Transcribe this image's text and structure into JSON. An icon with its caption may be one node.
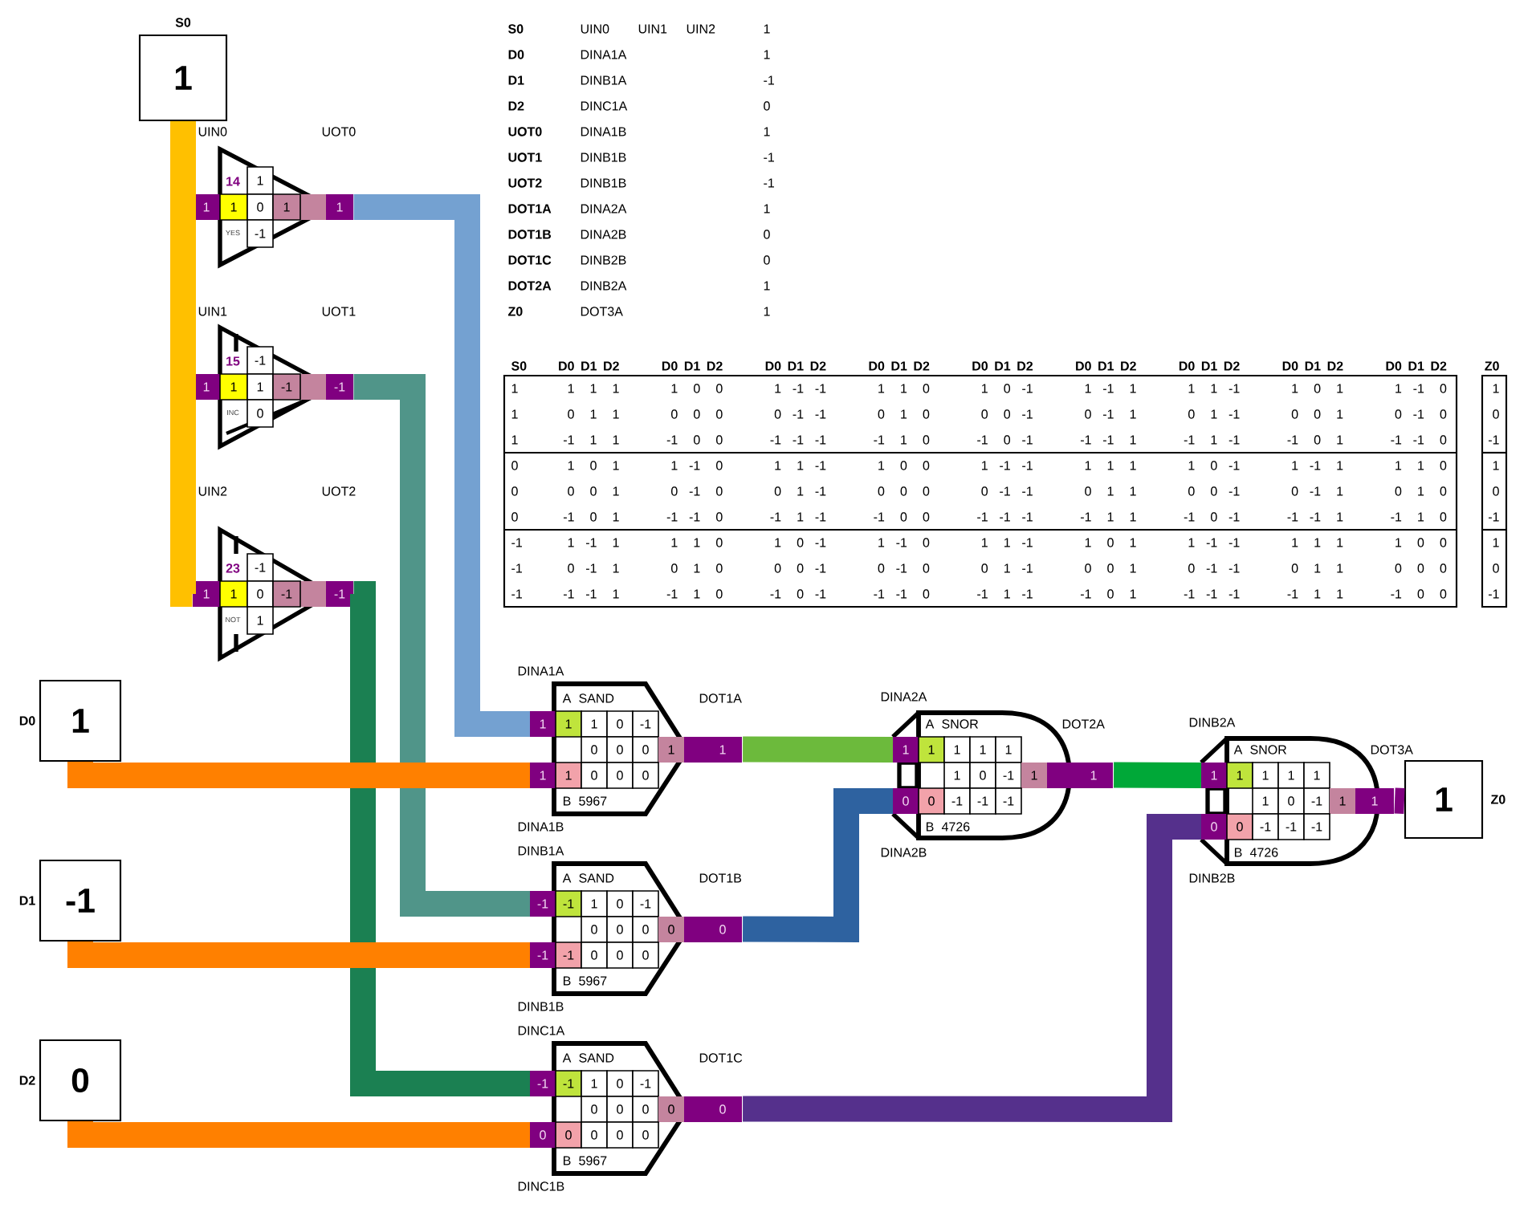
{
  "diagram": {
    "nodes": [
      {
        "text": [
          "1"
        ],
        "beside": [
          "S0"
        ]
      },
      {
        "text": [
          "14",
          "1",
          "1",
          "1",
          "0",
          "1",
          "1",
          "YES",
          "-1"
        ],
        "beside": [
          "UIN0",
          "UOT0"
        ]
      },
      {
        "text": [
          "15",
          "-1",
          "1",
          "1",
          "1",
          "-1",
          "-1",
          "INC",
          "0"
        ],
        "beside": [
          "UIN1",
          "UOT1"
        ]
      },
      {
        "text": [
          "23",
          "-1",
          "1",
          "1",
          "0",
          "-1",
          "-1",
          "NOT",
          "1"
        ],
        "beside": [
          "UIN2",
          "UOT2"
        ]
      },
      {
        "text": [
          "1"
        ],
        "beside": [
          "D0"
        ]
      },
      {
        "text": [
          "-1"
        ],
        "beside": [
          "D1"
        ]
      },
      {
        "text": [
          "0"
        ],
        "beside": [
          "D2"
        ]
      },
      {
        "text": [
          "A",
          "SAND",
          "1",
          "1",
          "1",
          "0",
          "-1",
          "0",
          "0",
          "0",
          "1",
          "1",
          "1",
          "1",
          "0",
          "0",
          "0",
          "B",
          "5967"
        ],
        "beside": [
          "DINA1A",
          "DINA1B",
          "DOT1A"
        ]
      },
      {
        "text": [
          "A",
          "SAND",
          "-1",
          "-1",
          "1",
          "0",
          "-1",
          "0",
          "0",
          "0",
          "0",
          "0",
          "-1",
          "-1",
          "0",
          "0",
          "0",
          "B",
          "5967"
        ],
        "beside": [
          "DINB1A",
          "DINB1B",
          "DOT1B"
        ]
      },
      {
        "text": [
          "A",
          "SAND",
          "-1",
          "-1",
          "1",
          "0",
          "-1",
          "0",
          "0",
          "0",
          "0",
          "0",
          "0",
          "0",
          "0",
          "0",
          "0",
          "B",
          "5967"
        ],
        "beside": [
          "DINC1A",
          "DINC1B",
          "DOT1C"
        ]
      },
      {
        "text": [
          "A",
          "SNOR",
          "1",
          "1",
          "1",
          "1",
          "1",
          "1",
          "0",
          "-1",
          "1",
          "1",
          "0",
          "0",
          "-1",
          "-1",
          "-1",
          "B",
          "4726"
        ],
        "beside": [
          "DINA2A",
          "DINA2B",
          "DOT2A"
        ]
      },
      {
        "text": [
          "A",
          "SNOR",
          "1",
          "1",
          "1",
          "1",
          "1",
          "1",
          "0",
          "-1",
          "1",
          "1",
          "0",
          "0",
          "-1",
          "-1",
          "-1",
          "B",
          "4726"
        ],
        "beside": [
          "DINB2A",
          "DINB2B",
          "DOT3A"
        ]
      },
      {
        "text": [
          "1"
        ],
        "beside": [
          "Z0"
        ]
      }
    ],
    "edges": [
      {
        "from": 0,
        "to": 1,
        "arrow": "none",
        "color": "#ffc000"
      },
      {
        "from": 0,
        "to": 2,
        "arrow": "none",
        "color": "#ffc000"
      },
      {
        "from": 0,
        "to": 3,
        "arrow": "none",
        "color": "#ffc000"
      },
      {
        "from": 1,
        "to": 7,
        "arrow": "none",
        "color": "#74a1d1"
      },
      {
        "from": 2,
        "to": 8,
        "arrow": "none",
        "color": "#509589"
      },
      {
        "from": 3,
        "to": 9,
        "arrow": "none",
        "color": "#1b8052"
      },
      {
        "from": 4,
        "to": 7,
        "arrow": "none",
        "color": "#ff8000"
      },
      {
        "from": 5,
        "to": 8,
        "arrow": "none",
        "color": "#ff8000"
      },
      {
        "from": 6,
        "to": 9,
        "arrow": "none",
        "color": "#ff8000"
      },
      {
        "from": 7,
        "to": 10,
        "arrow": "none",
        "color": "#6cba3c"
      },
      {
        "from": 8,
        "to": 10,
        "arrow": "none",
        "color": "#2e62a0"
      },
      {
        "from": 9,
        "to": 11,
        "arrow": "none",
        "color": "#55308c"
      },
      {
        "from": 10,
        "to": 11,
        "arrow": "none",
        "color": "#00a838"
      },
      {
        "from": 11,
        "to": 12,
        "arrow": "none",
        "color": "#800080"
      }
    ],
    "labels": [
      "S0",
      "UIN0",
      "UIN1",
      "UIN2",
      "1",
      "D0",
      "DINA1A",
      "1",
      "D1",
      "DINB1A",
      "-1",
      "D2",
      "DINC1A",
      "0",
      "UOT0",
      "DINA1B",
      "1",
      "UOT1",
      "DINB1B",
      "-1",
      "UOT2",
      "DINB1B",
      "-1",
      "DOT1A",
      "DINA2A",
      "1",
      "DOT1B",
      "DINA2B",
      "0",
      "DOT1C",
      "DINB2B",
      "0",
      "DOT2A",
      "DINB2A",
      "1",
      "Z0",
      "DOT3A",
      "1",
      "S0",
      "D0",
      "D1",
      "D2",
      "D0",
      "D1",
      "D2",
      "D0",
      "D1",
      "D2",
      "D0",
      "D1",
      "D2",
      "D0",
      "D1",
      "D2",
      "D0",
      "D1",
      "D2",
      "D0",
      "D1",
      "D2",
      "D0",
      "D1",
      "D2",
      "D0",
      "D1",
      "D2",
      "Z0",
      "1",
      "1",
      "1",
      "1",
      "1",
      "0",
      "0",
      "1",
      "-1",
      "-1",
      "1",
      "1",
      "0",
      "1",
      "0",
      "-1",
      "1",
      "-1",
      "1",
      "1",
      "1",
      "-1",
      "1",
      "0",
      "1",
      "1",
      "-1",
      "0",
      "1",
      "1",
      "0",
      "1",
      "1",
      "0",
      "0",
      "0",
      "0",
      "-1",
      "-1",
      "0",
      "1",
      "0",
      "0",
      "0",
      "-1",
      "0",
      "-1",
      "1",
      "0",
      "1",
      "-1",
      "0",
      "0",
      "1",
      "0",
      "-1",
      "0",
      "0",
      "1",
      "-1",
      "1",
      "1",
      "-1",
      "0",
      "0",
      "-1",
      "-1",
      "-1",
      "-1",
      "1",
      "0",
      "-1",
      "0",
      "-1",
      "-1",
      "-1",
      "1",
      "-1",
      "1",
      "-1",
      "-1",
      "0",
      "1",
      "-1",
      "-1",
      "0",
      "-1",
      "0",
      "1",
      "0",
      "1",
      "1",
      "-1",
      "0",
      "1",
      "1",
      "-1",
      "1",
      "0",
      "0",
      "1",
      "-1",
      "-1",
      "1",
      "1",
      "1",
      "1",
      "0",
      "-1",
      "1",
      "-1",
      "1",
      "1",
      "1",
      "0",
      "1",
      "0",
      "0",
      "0",
      "1",
      "0",
      "-1",
      "0",
      "0",
      "1",
      "-1",
      "0",
      "0",
      "0",
      "0",
      "-1",
      "-1",
      "0",
      "1",
      "1",
      "0",
      "0",
      "-1",
      "0",
      "-1",
      "1",
      "0",
      "1",
      "0",
      "0",
      "0",
      "-1",
      "0",
      "1",
      "-1",
      "-1",
      "0",
      "-1",
      "1",
      "-1",
      "-1",
      "0",
      "0",
      "-1",
      "-1",
      "-1",
      "-1",
      "1",
      "1",
      "-1",
      "0",
      "-1",
      "-1",
      "-1",
      "1",
      "-1",
      "1",
      "0",
      "-1",
      "-1",
      "1",
      "-1",
      "1",
      "1",
      "1",
      "0",
      "1",
      "0",
      "-1",
      "1",
      "-1",
      "0",
      "1",
      "1",
      "-1",
      "1",
      "0",
      "1",
      "1",
      "-1",
      "-1",
      "1",
      "1",
      "1",
      "1",
      "0",
      "0",
      "1",
      "-1",
      "0",
      "-1",
      "1",
      "0",
      "1",
      "0",
      "0",
      "0",
      "-1",
      "0",
      "-1",
      "0",
      "0",
      "1",
      "-1",
      "0",
      "0",
      "1",
      "0",
      "-1",
      "-1",
      "0",
      "1",
      "1",
      "0",
      "0",
      "0",
      "0",
      "-1",
      "-1",
      "-1",
      "1",
      "-1",
      "1",
      "0",
      "-1",
      "0",
      "-1",
      "-1",
      "-1",
      "0",
      "-1",
      "1",
      "-1",
      "-1",
      "0",
      "1",
      "-1",
      "-1",
      "-1",
      "-1",
      "1",
      "1",
      "-1",
      "0",
      "0",
      "-1"
    ]
  }
}
